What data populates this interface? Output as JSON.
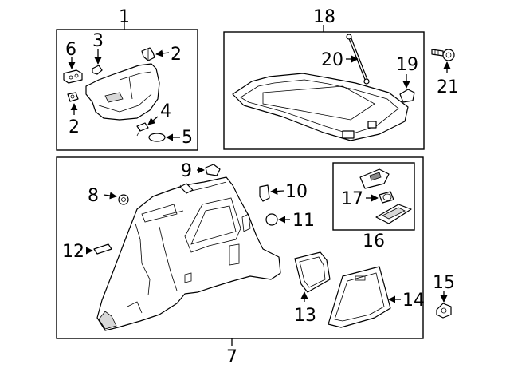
{
  "callouts": {
    "c1": "1",
    "c2a": "2",
    "c2b": "2",
    "c3": "3",
    "c4": "4",
    "c5": "5",
    "c6": "6",
    "c7": "7",
    "c8": "8",
    "c9": "9",
    "c10": "10",
    "c11": "11",
    "c12": "12",
    "c13": "13",
    "c14": "14",
    "c15": "15",
    "c16": "16",
    "c17": "17",
    "c18": "18",
    "c19": "19",
    "c20": "20",
    "c21": "21"
  },
  "colors": {
    "line": "#000000",
    "background": "#ffffff",
    "shade": "#d8d8d8"
  }
}
